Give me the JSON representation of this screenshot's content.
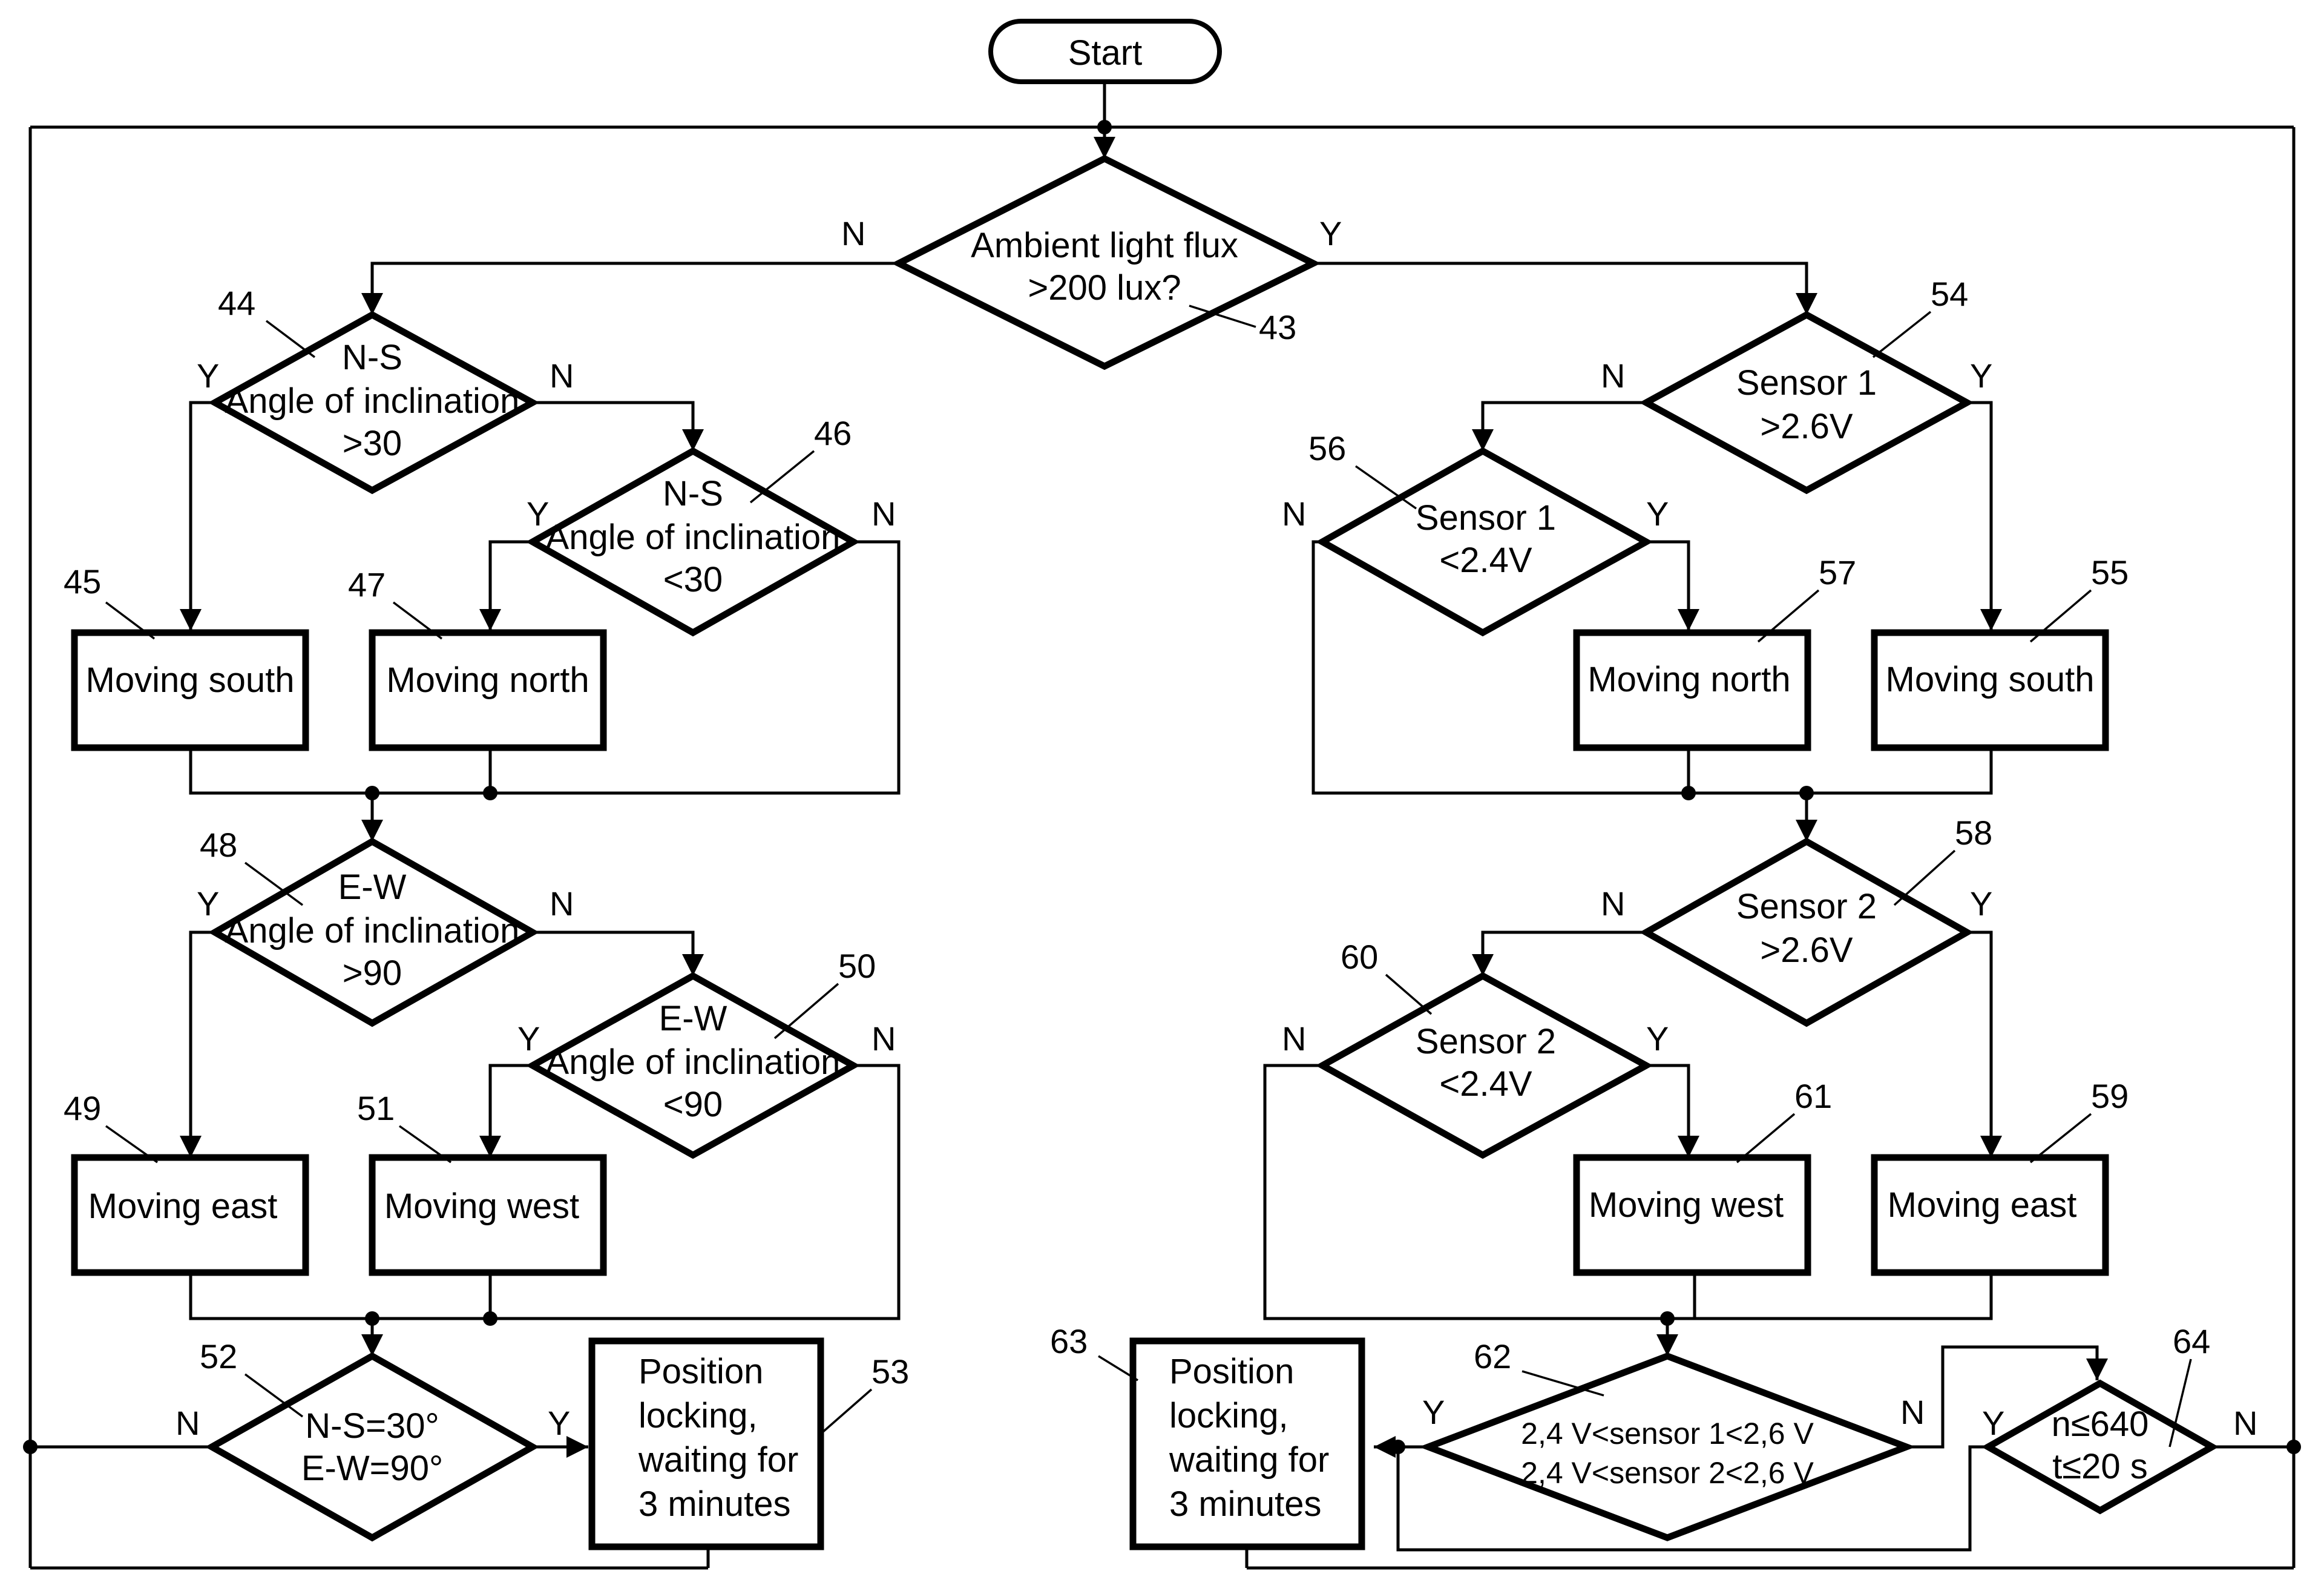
{
  "start": "Start",
  "decisions": {
    "d43": {
      "ref": "43",
      "lines": [
        "Ambient light flux",
        ">200 lux?"
      ]
    },
    "d44": {
      "ref": "44",
      "lines": [
        "N-S",
        "Angle of inclination",
        ">30"
      ]
    },
    "d46": {
      "ref": "46",
      "lines": [
        "N-S",
        "Angle of inclination",
        "<30"
      ]
    },
    "d48": {
      "ref": "48",
      "lines": [
        "E-W",
        "Angle of inclination",
        ">90"
      ]
    },
    "d50": {
      "ref": "50",
      "lines": [
        "E-W",
        "Angle of inclination",
        "<90"
      ]
    },
    "d52": {
      "ref": "52",
      "lines": [
        "N-S=30°",
        "E-W=90°"
      ]
    },
    "d54": {
      "ref": "54",
      "lines": [
        "Sensor 1",
        ">2.6V"
      ]
    },
    "d56": {
      "ref": "56",
      "lines": [
        "Sensor 1",
        "<2.4V"
      ]
    },
    "d58": {
      "ref": "58",
      "lines": [
        "Sensor 2",
        ">2.6V"
      ]
    },
    "d60": {
      "ref": "60",
      "lines": [
        "Sensor 2",
        "<2.4V"
      ]
    },
    "d62": {
      "ref": "62",
      "lines": [
        "2,4 V<sensor 1<2,6 V",
        "2,4 V<sensor 2<2,6 V"
      ]
    },
    "d64": {
      "ref": "64",
      "lines": [
        "n≤640",
        "t≤20 s"
      ]
    }
  },
  "processes": {
    "p45": {
      "ref": "45",
      "lines": [
        "Moving south"
      ]
    },
    "p47": {
      "ref": "47",
      "lines": [
        "Moving north"
      ]
    },
    "p49": {
      "ref": "49",
      "lines": [
        "Moving east"
      ]
    },
    "p51": {
      "ref": "51",
      "lines": [
        "Moving west"
      ]
    },
    "p53": {
      "ref": "53",
      "lines": [
        "Position",
        "locking,",
        "waiting for",
        "3 minutes"
      ]
    },
    "p55": {
      "ref": "55",
      "lines": [
        "Moving south"
      ]
    },
    "p57": {
      "ref": "57",
      "lines": [
        "Moving north"
      ]
    },
    "p59": {
      "ref": "59",
      "lines": [
        "Moving east"
      ]
    },
    "p61": {
      "ref": "61",
      "lines": [
        "Moving west"
      ]
    },
    "p63": {
      "ref": "63",
      "lines": [
        "Position",
        "locking,",
        "waiting for",
        "3 minutes"
      ]
    }
  },
  "branch_labels": {
    "yes": "Y",
    "no": "N"
  }
}
